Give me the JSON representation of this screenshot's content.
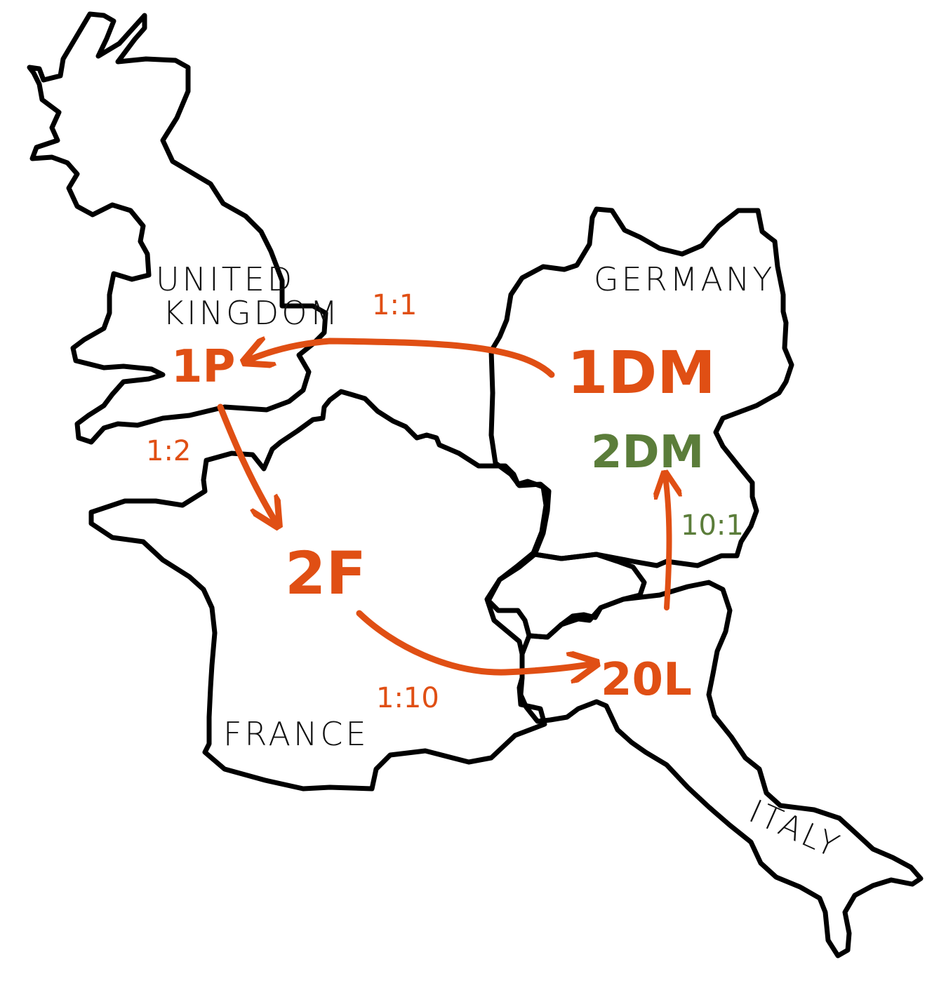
{
  "colors": {
    "border": "#000000",
    "accent": "#e04f14",
    "green": "#5b7d3a",
    "background": "#ffffff"
  },
  "countries": {
    "uk_line1": "UNITED",
    "uk_line2": "KINGDOM",
    "germany": "GERMANY",
    "france": "FRANCE",
    "italy": "ITALY"
  },
  "currencies": {
    "uk": "1P",
    "germany_1": "1DM",
    "germany_2": "2DM",
    "france": "2F",
    "italy": "20L"
  },
  "rates": {
    "de_to_uk": "1:1",
    "uk_to_fr": "1:2",
    "fr_to_it": "1:10",
    "it_to_de": "10:1"
  }
}
